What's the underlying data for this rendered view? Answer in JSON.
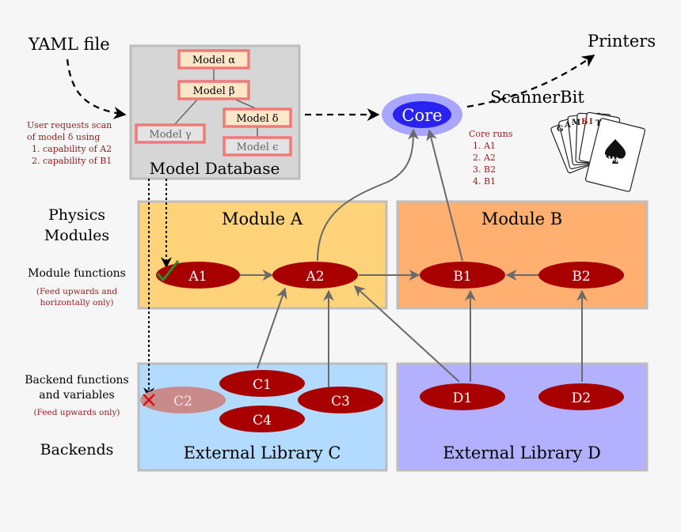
{
  "yaml_label": "YAML file",
  "printers_label": "Printers",
  "scannerbit_label": "ScannerBit",
  "core_label": "Core",
  "gambit_label": "GAMBIT",
  "user_request": {
    "line1": "User requests scan",
    "line2": "of model δ using",
    "items": [
      "1.  capability of A2",
      "2.  capability of B1"
    ]
  },
  "core_runs": {
    "title": "Core runs",
    "items": [
      "1.  A1",
      "2.  A2",
      "3.  B2",
      "4.  B1"
    ]
  },
  "model_database": {
    "title": "Model Database",
    "models": {
      "alpha": "Model α",
      "beta": "Model β",
      "gamma": "Model γ",
      "delta": "Model δ",
      "epsilon": "Model ϵ"
    }
  },
  "left_labels": {
    "physics_line1": "Physics",
    "physics_line2": "Modules",
    "module_functions": "Module functions",
    "feed_up_h_line1": "(Feed upwards and",
    "feed_up_h_line2": "horizontally only)",
    "backend_line1": "Backend functions",
    "backend_line2": "and variables",
    "feed_up": "(Feed upwards only)",
    "backends": "Backends"
  },
  "panels": {
    "module_a": "Module A",
    "module_b": "Module B",
    "library_c": "External Library C",
    "library_d": "External Library D"
  },
  "nodes": {
    "A1": "A1",
    "A2": "A2",
    "B1": "B1",
    "B2": "B2",
    "C1": "C1",
    "C2": "C2",
    "C3": "C3",
    "C4": "C4",
    "D1": "D1",
    "D2": "D2"
  },
  "colors": {
    "module_a_bg": "#ffd37a",
    "module_b_bg": "#ffb070",
    "library_c_bg": "#b3dbff",
    "library_d_bg": "#b3b0ff",
    "database_bg": "#d6d6d6",
    "node_red": "#a80000",
    "node_faded": "#c98a8a",
    "model_border": "#f07a78",
    "model_fill": "#fde7c8",
    "core_fill": "#2a22ee",
    "core_halo": "#a9a6ff",
    "annotation_red": "#9a1a1a",
    "arrow_gray": "#666666"
  }
}
